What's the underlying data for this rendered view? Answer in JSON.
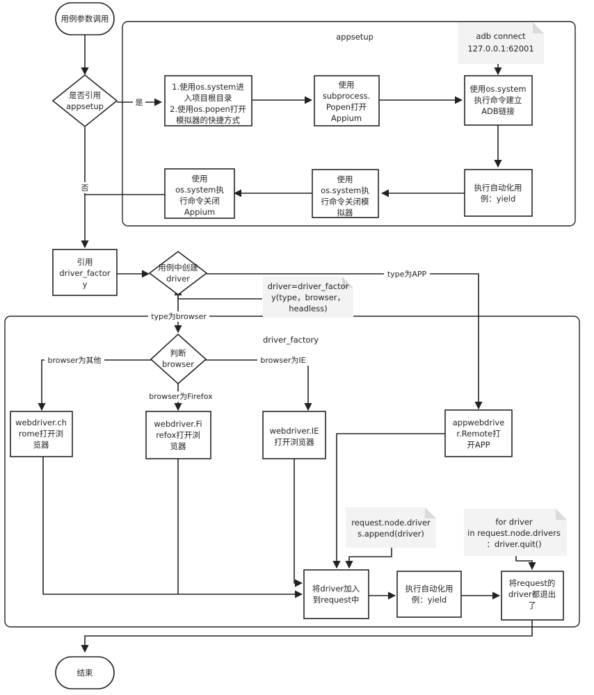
{
  "groups": {
    "appsetup": "appsetup",
    "driver_factory": "driver_factory"
  },
  "nodes": {
    "start": [
      "用例参数调用"
    ],
    "is_appsetup": [
      "是否引用",
      "appsetup"
    ],
    "step1": [
      "1.使用os.system进",
      "入项目根目录",
      "2.使用os.popen打开",
      "模拟器的快捷方式"
    ],
    "subprocess": [
      "使用",
      "subprocess.",
      "Popen打开",
      "Appium"
    ],
    "adb_connect_cmd": [
      "使用os.system",
      "执行命令建立",
      "ADB链接"
    ],
    "run_yield_1": [
      "执行自动化用",
      "例：yield"
    ],
    "close_emulator": [
      "使用",
      "os.system执",
      "行命令关闭模",
      "拟器"
    ],
    "close_appium": [
      "使用",
      "os.system执",
      "行命令关闭",
      "Appium"
    ],
    "import_factory": [
      "引用",
      "driver_factor",
      "y"
    ],
    "create_driver": [
      "用例中创建",
      "driver"
    ],
    "judge_browser": [
      "判断",
      "browser"
    ],
    "chrome": [
      "webdriver.ch",
      "rome打开浏",
      "览器"
    ],
    "firefox": [
      "webdriver.Fi",
      "refox打开浏",
      "览器"
    ],
    "ie": [
      "webdriver.IE",
      "打开浏览器"
    ],
    "appremote": [
      "appwebdrive",
      "r.Remote打",
      "开APP"
    ],
    "add_driver": [
      "将driver加入",
      "到request中"
    ],
    "run_yield_2": [
      "执行自动化用",
      "例：yield"
    ],
    "quit_drivers": [
      "将request的",
      "driver都退出",
      "了"
    ],
    "end": [
      "结束"
    ]
  },
  "notes": {
    "adb": [
      "adb connect",
      "127.0.0.1:62001"
    ],
    "driver_call": [
      "driver=driver_factor",
      "y(type，browser，",
      "headless)"
    ],
    "append": [
      "request.node.driver",
      "s.append(driver)"
    ],
    "quit_loop": [
      "for driver",
      "in request.node.drivers",
      "：driver.quit()"
    ]
  },
  "edge_labels": {
    "yes": "是",
    "no": "否",
    "type_app": "type为APP",
    "type_browser": "type为browser",
    "browser_other": "browser为其他",
    "browser_firefox": "browser为Firefox",
    "browser_ie": "browser为IE"
  }
}
